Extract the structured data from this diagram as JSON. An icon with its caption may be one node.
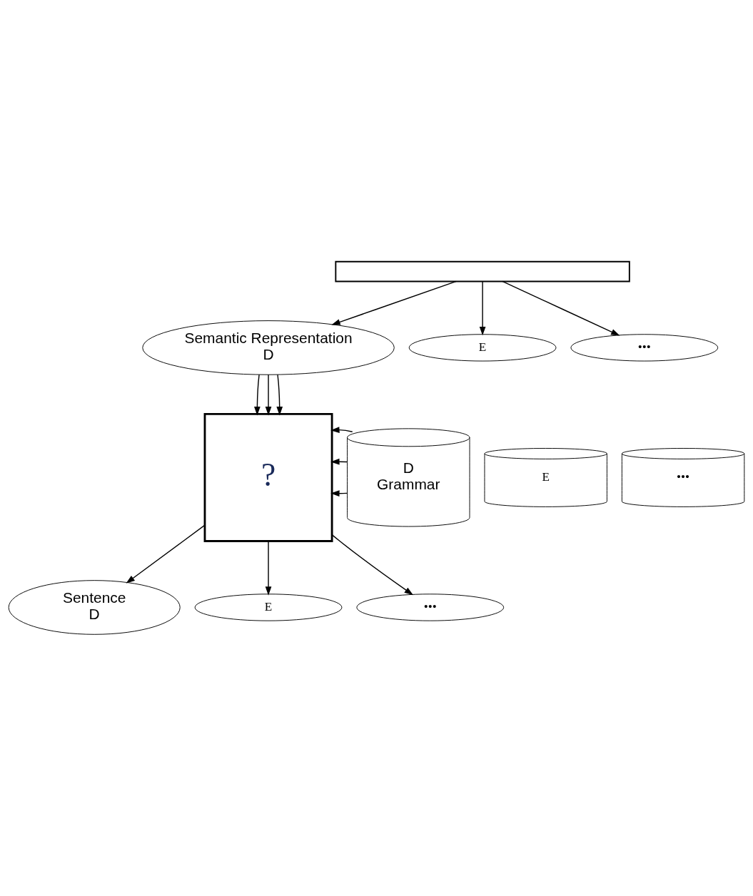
{
  "diagram": {
    "nodes": [
      {
        "text": [],
        "shape": "box"
      },
      {
        "text": [
          "•••"
        ]
      },
      {
        "text": [
          "E"
        ]
      },
      {
        "text": [
          "Semantic Representation",
          "D"
        ]
      },
      {
        "text": [
          "?"
        ]
      },
      {
        "text": [
          "•••"
        ]
      },
      {
        "text": [
          "E"
        ]
      },
      {
        "text": [
          "D",
          "Grammar"
        ]
      },
      {
        "text": [
          "•••"
        ]
      },
      {
        "text": [
          "E"
        ]
      },
      {
        "text": [
          "Sentence",
          "D"
        ]
      }
    ],
    "edges": [
      {
        "from": 0,
        "to": 3,
        "arrow": "to"
      },
      {
        "from": 0,
        "to": 2,
        "arrow": "to"
      },
      {
        "from": 0,
        "to": 1,
        "arrow": "to"
      },
      {
        "from": 3,
        "to": 4,
        "arrow": "to"
      },
      {
        "from": 3,
        "to": 4,
        "arrow": "to"
      },
      {
        "from": 3,
        "to": 4,
        "arrow": "to"
      },
      {
        "from": 7,
        "to": 4,
        "arrow": "to"
      },
      {
        "from": 7,
        "to": 4,
        "arrow": "to"
      },
      {
        "from": 7,
        "to": 4,
        "arrow": "to"
      },
      {
        "from": 4,
        "to": 10,
        "arrow": "to"
      },
      {
        "from": 4,
        "to": 9,
        "arrow": "to"
      },
      {
        "from": 4,
        "to": 8,
        "arrow": "to"
      }
    ]
  }
}
